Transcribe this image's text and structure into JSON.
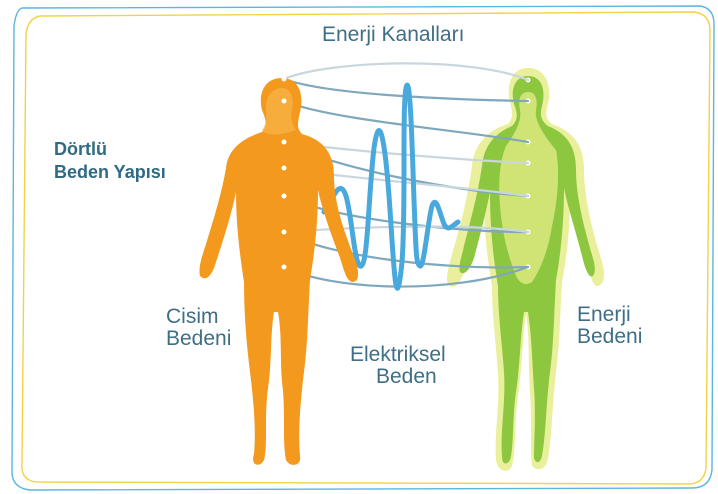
{
  "title": {
    "line1": "Dörtlü",
    "line2": "Beden Yapısı"
  },
  "labels": {
    "energy_channels": "Enerji Kanalları",
    "physical_body": {
      "line1": "Cisim",
      "line2": "Bedeni"
    },
    "electrical_body": {
      "line1": "Elektriksel",
      "line2": "Beden"
    },
    "energy_body": {
      "line1": "Enerji",
      "line2": "Bedeni"
    }
  },
  "colors": {
    "frame_blue": "#5bb6e0",
    "frame_yellow": "#f2d347",
    "physical_body": "#f39a1e",
    "energy_body_glow": "#e9ef9a",
    "energy_body": "#8dc63f",
    "wave": "#4aa9dc",
    "text": "#3f6f85"
  }
}
